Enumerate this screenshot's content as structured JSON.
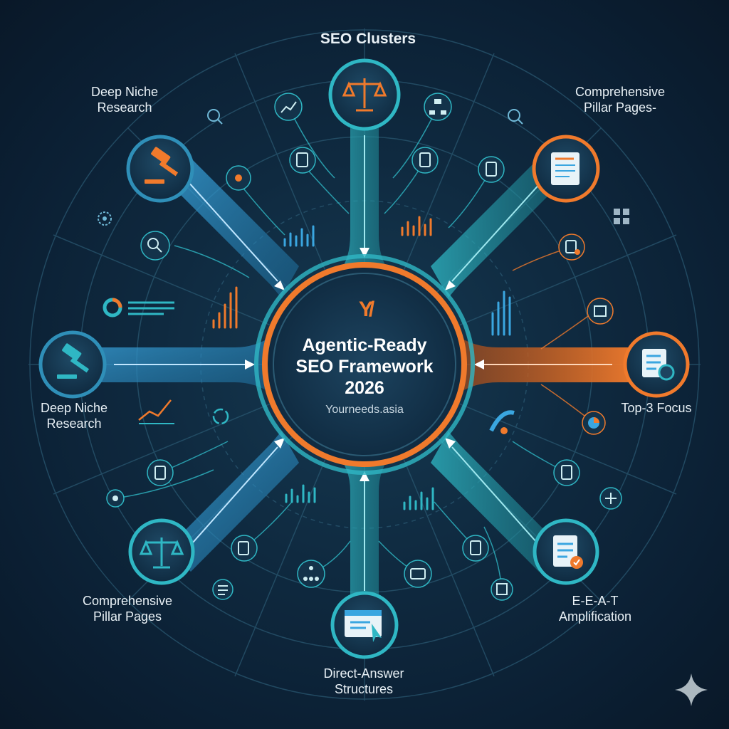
{
  "center": {
    "logo": "Y/",
    "title_line1": "Agentic-Ready",
    "title_line2": "SEO Framework",
    "title_line3": "2026",
    "subtitle": "Yourneeds.asia"
  },
  "nodes": {
    "top": {
      "label": "SEO Clusters",
      "icon": "scales-icon"
    },
    "top_left": {
      "label_line1": "Deep Niche",
      "label_line2": "Research",
      "icon": "gavel-icon"
    },
    "top_right": {
      "label_line1": "Comprehensive",
      "label_line2": "Pillar Pages-",
      "icon": "document-icon"
    },
    "left": {
      "label_line1": "Deep Niche",
      "label_line2": "Research",
      "icon": "gavel-icon"
    },
    "right": {
      "label": "Top-3 Focus",
      "icon": "checklist-icon"
    },
    "bottom_left": {
      "label_line1": "Comprehensive",
      "label_line2": "Pillar Pages",
      "icon": "scales-icon"
    },
    "bottom": {
      "label_line1": "Direct-Answer",
      "label_line2": "Structures",
      "icon": "browser-cursor-icon"
    },
    "bottom_right": {
      "label_line1": "E-E-A-T",
      "label_line2": "Amplification",
      "icon": "verified-document-icon"
    }
  },
  "colors": {
    "background": "#0f2a40",
    "teal": "#2fb7c4",
    "blue": "#3aa6e0",
    "orange": "#f07a2c",
    "ring": "#2b5a73",
    "text": "#e9f1f6"
  }
}
